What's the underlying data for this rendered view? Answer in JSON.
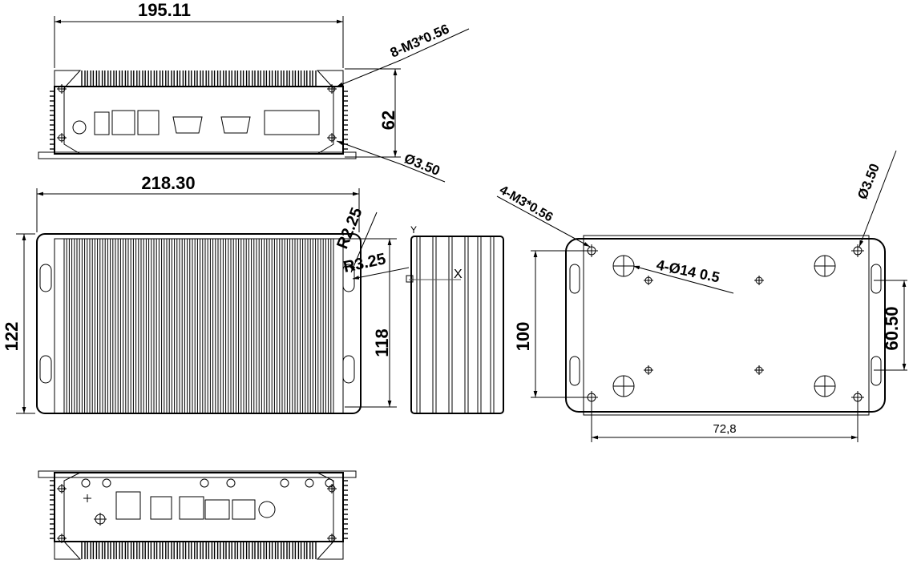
{
  "dimensions": {
    "top_width": "195.11",
    "front_height": "62",
    "screw_top": "8-M3*0.56",
    "hole_top": "Ø3.50",
    "width_main": "218.30",
    "radius_a": "R2.25",
    "radius_b": "R3.25",
    "height_main": "122",
    "height_inner": "118",
    "bottom_screw": "4-M3*0.56",
    "bottom_holes": "4-Ø14 0.5",
    "bottom_hole_dia": "Ø3.50",
    "bottom_height": "100",
    "bottom_spacing": "60.50",
    "bottom_width": "72,8"
  },
  "axis_labels": {
    "y": "Y",
    "x": "X"
  }
}
